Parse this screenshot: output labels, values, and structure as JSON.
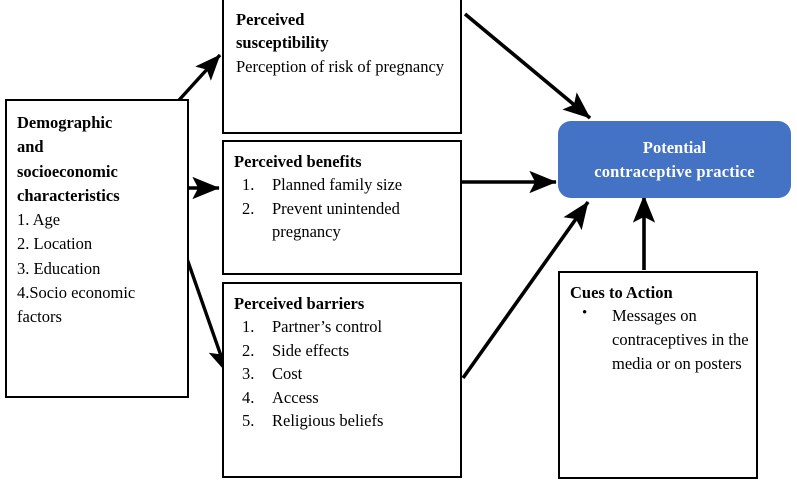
{
  "diagram": {
    "title_hidden": "Health Belief Model conceptual framework for contraceptive practice",
    "accent_color": "#4472C4",
    "line_color": "#000000",
    "background": "#ffffff"
  },
  "demographic": {
    "heading_lines": [
      "Demographic",
      "and",
      "socioeconomic",
      "characteristics"
    ],
    "items": [
      "1. Age",
      "2. Location",
      "3. Education",
      "4.Socio   economic",
      "factors"
    ]
  },
  "susceptibility": {
    "heading_lines": [
      "Perceived",
      "susceptibility"
    ],
    "body": "Perception of risk of pregnancy"
  },
  "benefits": {
    "heading": "Perceived benefits",
    "items": [
      {
        "num": "1.",
        "text": "Planned family size"
      },
      {
        "num": "2.",
        "text": "Prevent unintended pregnancy"
      }
    ]
  },
  "barriers": {
    "heading": "Perceived barriers",
    "items": [
      {
        "num": "1.",
        "text": "Partner’s control"
      },
      {
        "num": "2.",
        "text": "Side effects"
      },
      {
        "num": "3.",
        "text": "Cost"
      },
      {
        "num": "4.",
        "text": "Access"
      },
      {
        "num": "5.",
        "text": "Religious beliefs"
      }
    ]
  },
  "cues": {
    "heading": "Cues to Action",
    "bullet": "•",
    "items": [
      "Messages on contraceptives in the media or on posters"
    ]
  },
  "outcome": {
    "line1": "Potential",
    "line2": "contraceptive  practice"
  },
  "connectors": [
    {
      "name": "demographic-to-susceptibility",
      "from": "demographic",
      "to": "susceptibility"
    },
    {
      "name": "demographic-to-benefits",
      "from": "demographic",
      "to": "benefits"
    },
    {
      "name": "demographic-to-barriers",
      "from": "demographic",
      "to": "barriers"
    },
    {
      "name": "susceptibility-to-outcome",
      "from": "susceptibility",
      "to": "outcome"
    },
    {
      "name": "benefits-to-outcome",
      "from": "benefits",
      "to": "outcome"
    },
    {
      "name": "barriers-to-outcome",
      "from": "barriers",
      "to": "outcome"
    },
    {
      "name": "cues-to-outcome",
      "from": "cues",
      "to": "outcome"
    }
  ]
}
